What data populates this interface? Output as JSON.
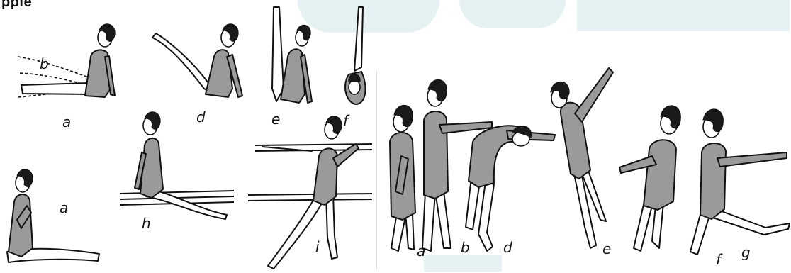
{
  "header_text": "pple",
  "left_panel": {
    "labels": [
      "b",
      "a",
      "d",
      "e",
      "f",
      "a",
      "h",
      "i"
    ]
  },
  "right_panel": {
    "labels": [
      "a",
      "b",
      "d",
      "e",
      "f",
      "g"
    ]
  },
  "colors": {
    "leotard": "#9a9a9a",
    "outline": "#111111",
    "watermark": "#e6f1f3"
  }
}
